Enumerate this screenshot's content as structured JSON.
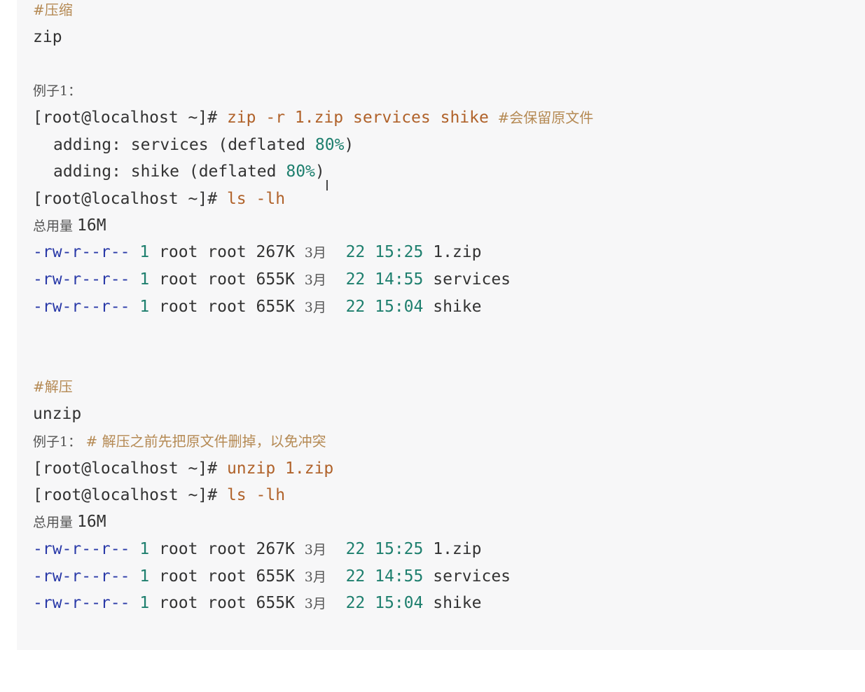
{
  "section_compress": {
    "heading": "#压缩",
    "command": "zip",
    "example_label": "例子1：",
    "prompt1": "[root@localhost ~]# ",
    "cmd1": "zip -r 1.zip services shike",
    "cmd1_comment": "  #会保留原文件",
    "out1_a": "adding: services (deflated ",
    "out1_a_pct": "80%",
    "out1_a_end": ")",
    "out1_b": "adding: shike (deflated ",
    "out1_b_pct": "80%",
    "out1_b_end": ")",
    "prompt2": "[root@localhost ~]# ",
    "cmd2": "ls -lh",
    "total_label": "总用量 ",
    "total_value": "16M",
    "listing": [
      {
        "perm": "-rw-r--r--",
        "links": "1",
        "owner": "root root",
        "size": "267K",
        "month": "3月",
        "day": "22",
        "time": "15:25",
        "name": "1.zip"
      },
      {
        "perm": "-rw-r--r--",
        "links": "1",
        "owner": "root root",
        "size": "655K",
        "month": "3月",
        "day": "22",
        "time": "14:55",
        "name": "services"
      },
      {
        "perm": "-rw-r--r--",
        "links": "1",
        "owner": "root root",
        "size": "655K",
        "month": "3月",
        "day": "22",
        "time": "15:04",
        "name": "shike"
      }
    ]
  },
  "section_extract": {
    "heading": "#解压",
    "command": "unzip",
    "example_label": "例子1：",
    "example_comment": " # 解压之前先把原文件删掉，以免冲突",
    "prompt1": "[root@localhost ~]# ",
    "cmd1": "unzip 1.zip",
    "prompt2": "[root@localhost ~]# ",
    "cmd2": "ls -lh",
    "total_label": "总用量 ",
    "total_value": "16M",
    "listing": [
      {
        "perm": "-rw-r--r--",
        "links": "1",
        "owner": "root root",
        "size": "267K",
        "month": "3月",
        "day": "22",
        "time": "15:25",
        "name": "1.zip"
      },
      {
        "perm": "-rw-r--r--",
        "links": "1",
        "owner": "root root",
        "size": "655K",
        "month": "3月",
        "day": "22",
        "time": "14:55",
        "name": "services"
      },
      {
        "perm": "-rw-r--r--",
        "links": "1",
        "owner": "root root",
        "size": "655K",
        "month": "3月",
        "day": "22",
        "time": "15:04",
        "name": "shike"
      }
    ]
  },
  "colors": {
    "background": "#f7f7f8",
    "comment": "#b58a54",
    "command": "#b0622a",
    "number": "#1e7f6e",
    "permission": "#2a3aa8"
  }
}
